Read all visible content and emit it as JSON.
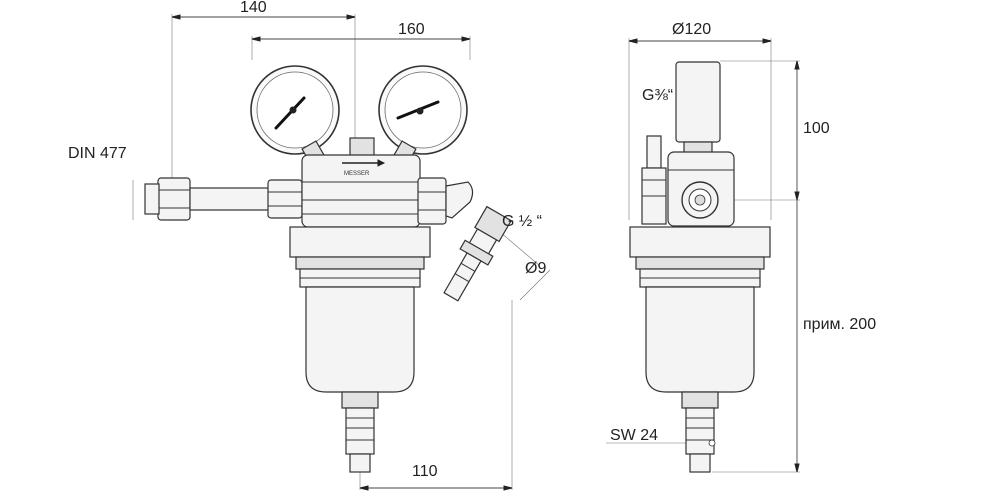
{
  "labels": {
    "dim_140": "140",
    "dim_160": "160",
    "din": "DIN 477",
    "g_half": "G ½ “",
    "dia_9": "Ø9",
    "dim_110": "110",
    "dia_120": "Ø120",
    "g_three_eighths": "G⅜“",
    "dim_100": "100",
    "approx_200": "прим. 200",
    "sw_24": "SW 24",
    "brand": "MESSER"
  }
}
